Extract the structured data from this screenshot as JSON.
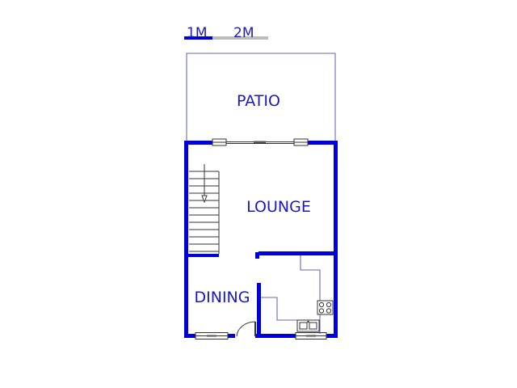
{
  "scale": {
    "label_1m": "1M",
    "label_2m": "2M"
  },
  "rooms": {
    "patio": "PATIO",
    "lounge": "LOUNGE",
    "dining": "DINING"
  },
  "colors": {
    "wall": "#0000dd",
    "text": "#1a1ab8",
    "thin_line": "#3333aa",
    "fixture": "#555555",
    "scale_grey": "#bbbbbb"
  }
}
